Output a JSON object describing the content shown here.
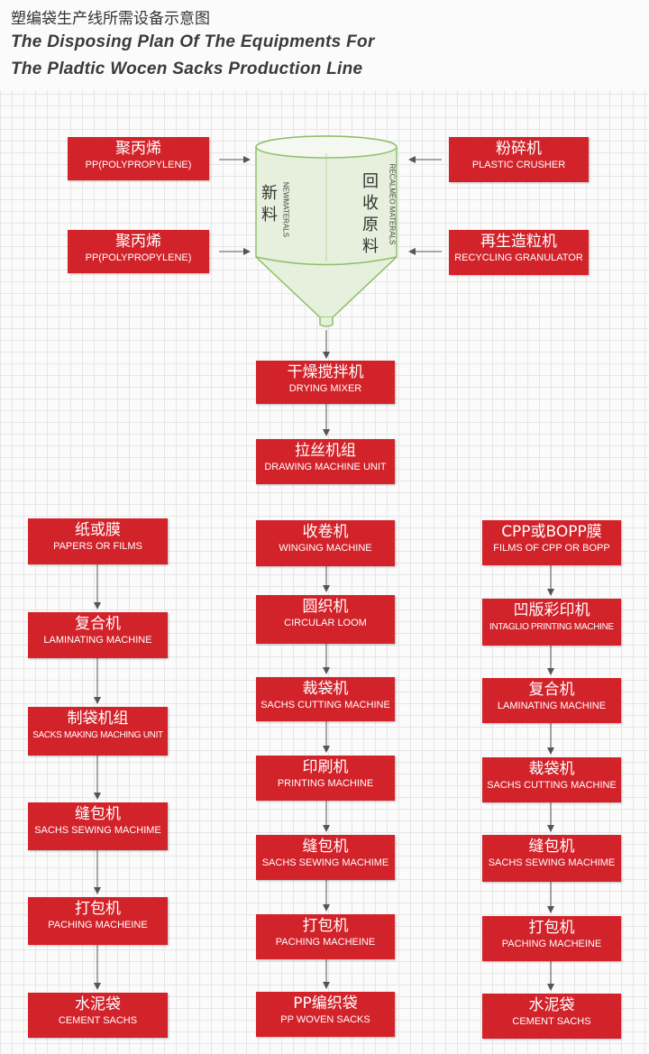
{
  "header": {
    "title_cn": "塑编袋生产线所需设备示意图",
    "title_en_line1": "The Disposing Plan Of The Equipments For",
    "title_en_line2": "The Pladtic Wocen Sacks Production Line"
  },
  "hopper": {
    "new_cn": "新\n料",
    "new_en": "NEWMATERALS",
    "rec_cn": "回\n收\n原\n料",
    "rec_en": "RECALMEO MATERALS"
  },
  "inputs": {
    "pp1": {
      "cn": "聚丙烯",
      "en": "PP(POLYPROPYLENE)"
    },
    "pp2": {
      "cn": "聚丙烯",
      "en": "PP(POLYPROPYLENE)"
    },
    "crusher": {
      "cn": "粉碎机",
      "en": "PLASTIC CRUSHER"
    },
    "granulator": {
      "cn": "再生造粒机",
      "en": "RECYCLING GRANULATOR"
    }
  },
  "center": [
    {
      "cn": "干燥搅拌机",
      "en": "DRYING MIXER"
    },
    {
      "cn": "拉丝机组",
      "en": "DRAWING MACHINE UNIT"
    },
    {
      "cn": "收卷机",
      "en": "WINGING MACHINE"
    },
    {
      "cn": "圆织机",
      "en": "CIRCULAR LOOM"
    },
    {
      "cn": "裁袋机",
      "en": "SACHS CUTTING MACHINE"
    },
    {
      "cn": "印刷机",
      "en": "PRINTING MACHINE"
    },
    {
      "cn": "缝包机",
      "en": "SACHS SEWING MACHIME"
    },
    {
      "cn": "打包机",
      "en": "PACHING MACHEINE"
    },
    {
      "cn": "PP编织袋",
      "en": "PP WOVEN SACKS"
    }
  ],
  "left": [
    {
      "cn": "纸或膜",
      "en": "PAPERS OR FILMS"
    },
    {
      "cn": "复合机",
      "en": "LAMINATING MACHINE"
    },
    {
      "cn": "制袋机组",
      "en": "SACKS MAKING MACHING UNIT"
    },
    {
      "cn": "缝包机",
      "en": "SACHS SEWING MACHIME"
    },
    {
      "cn": "打包机",
      "en": "PACHING MACHEINE"
    },
    {
      "cn": "水泥袋",
      "en": "CEMENT SACHS"
    }
  ],
  "right": [
    {
      "cn": "CPP或BOPP膜",
      "en": "FILMS OF CPP OR BOPP"
    },
    {
      "cn": "凹版彩印机",
      "en": "INTAGLIO PRINTING MACHINE"
    },
    {
      "cn": "复合机",
      "en": "LAMINATING MACHINE"
    },
    {
      "cn": "裁袋机",
      "en": "SACHS CUTTING MACHINE"
    },
    {
      "cn": "缝包机",
      "en": "SACHS SEWING MACHIME"
    },
    {
      "cn": "打包机",
      "en": "PACHING MACHEINE"
    },
    {
      "cn": "水泥袋",
      "en": "CEMENT SACHS"
    }
  ],
  "colors": {
    "box": "#d2232a",
    "arrow": "#555555",
    "hopper": "#e6f0dc"
  }
}
